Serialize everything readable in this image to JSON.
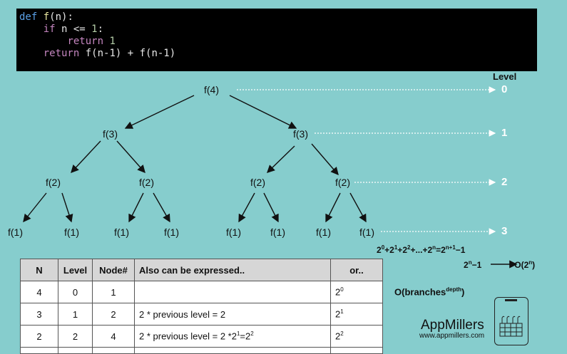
{
  "code": {
    "line1_kw": "def",
    "line1_fn": "f",
    "line1_rest": "(n):",
    "line2_kw": "if",
    "line2_rest": " n <= ",
    "line2_num": "1",
    "line2_colon": ":",
    "line3_kw": "return",
    "line3_num": "1",
    "line4_kw": "return",
    "line4_rest": " f(n-1) + f(n-1)"
  },
  "tree": {
    "level0": [
      "f(4)"
    ],
    "level1": [
      "f(3)",
      "f(3)"
    ],
    "level2": [
      "f(2)",
      "f(2)",
      "f(2)",
      "f(2)"
    ],
    "level3": [
      "f(1)",
      "f(1)",
      "f(1)",
      "f(1)",
      "f(1)",
      "f(1)",
      "f(1)",
      "f(1)"
    ]
  },
  "levels": {
    "header": "Level",
    "values": [
      "0",
      "1",
      "2",
      "3"
    ]
  },
  "formulas": {
    "sum": {
      "base": "2",
      "p0": "0",
      "plus": "+",
      "p1": "1",
      "p2": "2",
      "dots": "+...+",
      "pn": "n",
      "eq": "=",
      "pn1": "n+1",
      "tail": "−1"
    },
    "big": {
      "base": "2",
      "pn": "n",
      "minus": "−1",
      "arrow": "⟶",
      "o": "O(2",
      "on": "n",
      "close": ")"
    },
    "obranches": {
      "main": "O(branches",
      "sup": "depth",
      "close": ")"
    }
  },
  "table": {
    "headers": [
      "N",
      "Level",
      "Node#",
      "Also can be expressed..",
      "or.."
    ],
    "rows": [
      {
        "n": "4",
        "level": "0",
        "nodes": "1",
        "expr": "",
        "or_base": "2",
        "or_exp": "0"
      },
      {
        "n": "3",
        "level": "1",
        "nodes": "2",
        "expr": "2 * previous level = 2",
        "or_base": "2",
        "or_exp": "1"
      },
      {
        "n": "2",
        "level": "2",
        "nodes": "4",
        "expr_pre": "2 * previous level = 2 *2",
        "expr_exp1": "1",
        "expr_mid": "=2",
        "expr_exp2": "2",
        "or_base": "2",
        "or_exp": "2"
      }
    ]
  },
  "brand": {
    "name": "AppMillers",
    "url": "www.appmillers.com"
  }
}
